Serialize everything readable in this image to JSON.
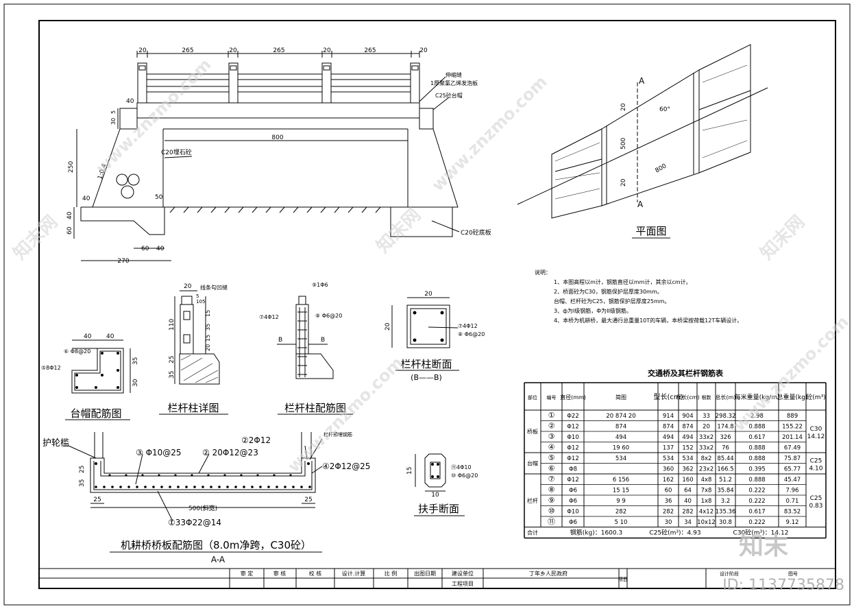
{
  "elevation": {
    "dim_top": [
      "20",
      "265",
      "20",
      "265",
      "20",
      "265",
      "20"
    ],
    "expansion_joint": "伸缩缝",
    "expansion_board": "1厚聚氯乙烯发泡板",
    "cap_label": "C25砼台帽",
    "dim_40_cap": "40",
    "dim_30": "30",
    "dim_5": "5",
    "span": "800",
    "abutment_label": "C20埋石砼",
    "slope": "1:0.4",
    "dim_250": "250",
    "dim_40_a": "40",
    "dim_40_b": "40",
    "dim_60": "60",
    "dim_50": "50",
    "dim_60b": "60",
    "dim_40c": "40",
    "dim_270": "270",
    "base_label": "C20砼底板"
  },
  "plan": {
    "title": "平面图",
    "section_a1": "A",
    "section_a2": "A",
    "angle": "60°",
    "dim_20a": "20",
    "dim_500": "500",
    "dim_20b": "20",
    "dim_800": "800"
  },
  "notes": {
    "heading": "说明：",
    "lines": [
      "1、本图高程以m计，钢筋直径以mm计，其余以cm计。",
      "2、桥面砼为C30，钢筋保护层厚度30mm。",
      "   台帽、栏杆砼为C25，钢筋保护层厚度25mm。",
      "3、ф为I级钢筋，Ф为II级钢筋。",
      "4、本桥为机耕桥，最大通行总重量10T的车辆，本桥梁按荷载12T车辆设计。"
    ]
  },
  "cap_rebar": {
    "title": "台帽配筋图",
    "dim_a": "40",
    "dim_b": "40",
    "stirrup": "⑥ Φ8@20",
    "main": "⑤8Φ12",
    "dim_35": "35",
    "dim_30": "30"
  },
  "post_detail": {
    "title": "栏杆柱详图",
    "groove": "线条勾凹缝",
    "dims": [
      "20",
      "5",
      "10",
      "5",
      "110",
      "15",
      "35",
      "15",
      "20",
      "25",
      "35"
    ]
  },
  "post_rebar": {
    "title": "栏杆柱配筋图",
    "top_bar": "⑨1Φ6",
    "main": "⑦4Φ12",
    "stirrup": "⑧ Φ6@20",
    "b1": "B",
    "b2": "B"
  },
  "post_section": {
    "title": "栏杆柱断面",
    "subtitle": "(B——B)",
    "dim_20a": "20",
    "dim_20b": "20",
    "main": "⑦4Φ12",
    "stirrup": "⑧ Φ6@20"
  },
  "handrail": {
    "title": "扶手断面",
    "main": "⑪4Φ10",
    "stirrup": "⑩ Φ6@20",
    "dim_15": "15",
    "dim_10": "10"
  },
  "slab": {
    "title": "机耕桥桥板配筋图（8.0m净跨，C30砼）",
    "section": "A-A",
    "curb": "护轮槛",
    "dim_25a": "25",
    "dim_25b": "25",
    "dim_35": "35",
    "dim_25c": "25",
    "dim_25d": "25",
    "width": "500(斜宽)",
    "bar3": "③ Φ10@25",
    "bar2a": "② 20Φ12@23",
    "bar2b": "②2Φ12",
    "bar_post": "栏杆预埋钢筋",
    "bar4": "④2Φ12@25",
    "bar1": "①33Φ22@14"
  },
  "table": {
    "title": "交通桥及其栏杆钢筋表",
    "headers": [
      "部位",
      "编号",
      "直径(mm)",
      "简图",
      "型长(cm)",
      "根长(cm)",
      "根数",
      "总长(m)",
      "每米重量(kg/m)",
      "总重量(kg)",
      "砼(m³)"
    ],
    "groups": [
      {
        "name": "桥板",
        "concrete": "C30 14.12"
      },
      {
        "name": "台帽",
        "concrete": "C25 4.10"
      },
      {
        "name": "栏杆",
        "concrete": "C25 0.83"
      }
    ],
    "rows": [
      {
        "no": "①",
        "dia": "Φ22",
        "sketch": "20   874   20",
        "len1": "914",
        "len2": "904",
        "count": "33",
        "total": "298.32",
        "unit": "2.98",
        "weight": "889"
      },
      {
        "no": "②",
        "dia": "Φ12",
        "sketch": "874",
        "len1": "874",
        "len2": "874",
        "count": "20",
        "total": "174.8",
        "unit": "0.888",
        "weight": "155.22"
      },
      {
        "no": "③",
        "dia": "Φ10",
        "sketch": "494",
        "len1": "494",
        "len2": "494",
        "count": "33x2",
        "total": "326",
        "unit": "0.617",
        "weight": "201.14"
      },
      {
        "no": "④",
        "dia": "Φ12",
        "sketch": "19 60",
        "len1": "137",
        "len2": "152",
        "count": "33x2",
        "total": "76",
        "unit": "0.888",
        "weight": "67.49"
      },
      {
        "no": "⑤",
        "dia": "Φ12",
        "sketch": "534",
        "len1": "534",
        "len2": "534",
        "count": "8x2",
        "total": "85.44",
        "unit": "0.888",
        "weight": "75.87"
      },
      {
        "no": "⑥",
        "dia": "Φ8",
        "sketch": "",
        "len1": "360",
        "len2": "362",
        "count": "23x2",
        "total": "166.5",
        "unit": "0.395",
        "weight": "65.77"
      },
      {
        "no": "⑦",
        "dia": "Φ12",
        "sketch": "6  156",
        "len1": "162",
        "len2": "160",
        "count": "4x8",
        "total": "51.2",
        "unit": "0.888",
        "weight": "45.47"
      },
      {
        "no": "⑧",
        "dia": "Φ6",
        "sketch": "15 15",
        "len1": "60",
        "len2": "64",
        "count": "7x8",
        "total": "35.84",
        "unit": "0.222",
        "weight": "7.96"
      },
      {
        "no": "⑨",
        "dia": "Φ6",
        "sketch": "9  9",
        "len1": "36",
        "len2": "40",
        "count": "1x8",
        "total": "3.2",
        "unit": "0.222",
        "weight": "0.71"
      },
      {
        "no": "⑩",
        "dia": "Φ10",
        "sketch": "282",
        "len1": "282",
        "len2": "282",
        "count": "4x12",
        "total": "135.36",
        "unit": "0.617",
        "weight": "83.52"
      },
      {
        "no": "⑪",
        "dia": "Φ6",
        "sketch": "5 10",
        "len1": "30",
        "len2": "34",
        "count": "10x12",
        "total": "30.8",
        "unit": "0.222",
        "weight": "9.12"
      }
    ],
    "sum_label": "合计",
    "sum_steel": "钢筋(kg)：1600.3",
    "sum_c25": "C25砼(m³)：4.93",
    "sum_c30": "C30砼(m³)：14.12"
  },
  "titleblock": {
    "cells": [
      "审 定",
      "审 核",
      "校 核",
      "设计.计算",
      "比 例",
      "出图日期",
      "建设单位",
      "工程项目"
    ],
    "owner": "丁年乡人民政府",
    "item": "项目",
    "design_no": "设计阶段",
    "sheet_no": "图号",
    "draw_no": "图号"
  },
  "watermark": {
    "text": "www.znzmo.com",
    "brand": "知末网",
    "logo": "知末",
    "id": "ID: 1137735878"
  }
}
